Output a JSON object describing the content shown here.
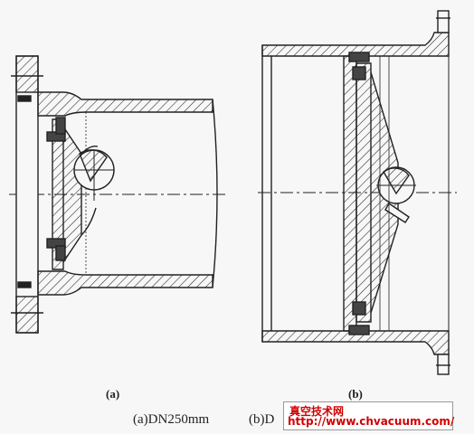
{
  "diagram": {
    "panel_a_label": "(a)",
    "panel_b_label": "(b)",
    "caption_a": "(a)DN250mm",
    "caption_b": "(b)D"
  },
  "watermark": {
    "title": "真空技术网",
    "url": "http://www.chvacuum.com/"
  },
  "colors": {
    "line": "#222222",
    "background": "#f7f7f7",
    "watermark_text": "#d00000"
  }
}
